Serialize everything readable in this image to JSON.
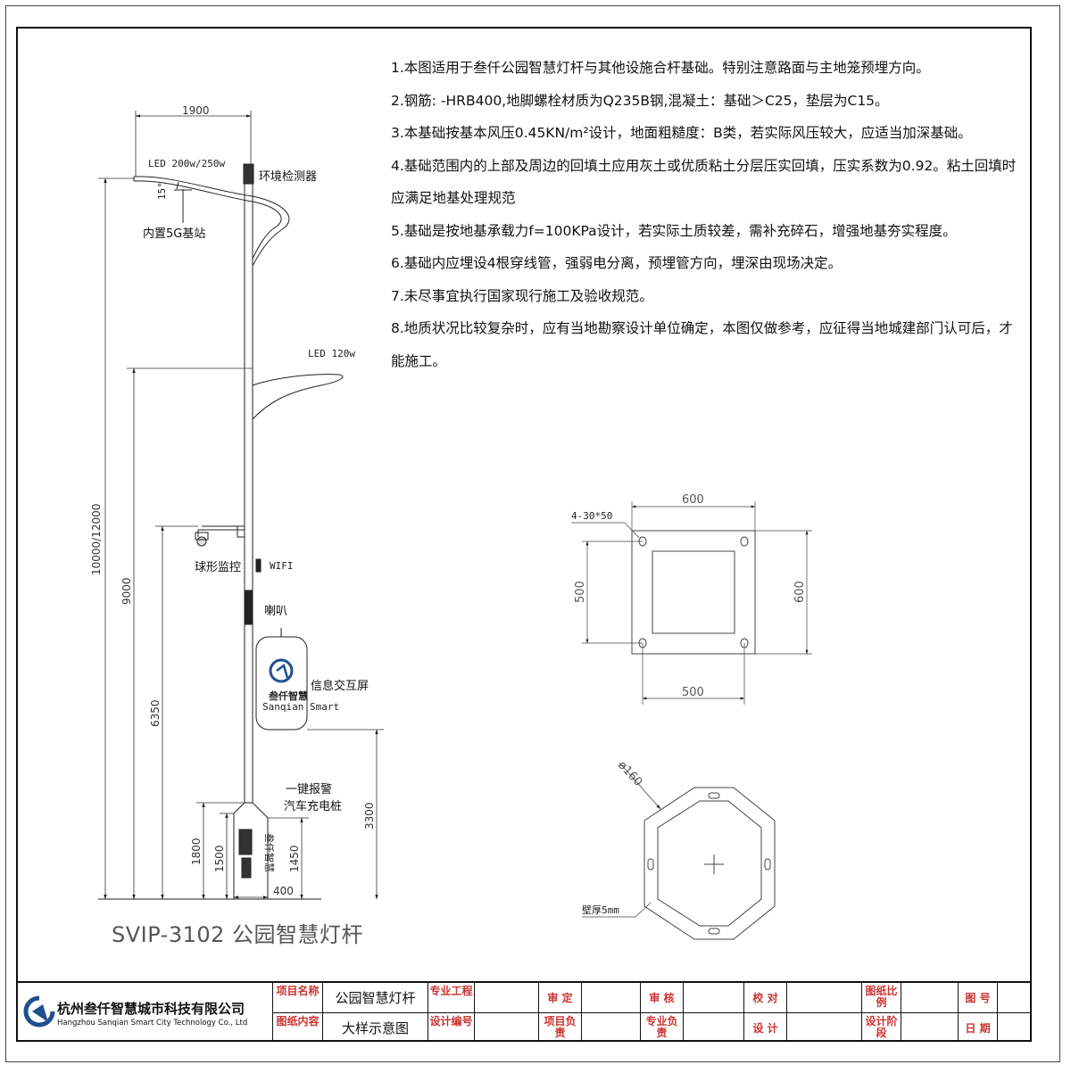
{
  "notes": [
    "1.本图适用于叁仟公园智慧灯杆与其他设施合杆基础。特别注意路面与主地笼预埋方向。",
    "2.钢筋:   -HRB400,地脚螺栓材质为Q235B钢,混凝土：基础＞C25，垫层为C15。",
    "3.本基础按基本风压0.45KN/m²设计，地面粗糙度：B类，若实际风压较大，应适当加深基础。",
    " 4.基础范围内的上部及周边的回填土应用灰土或优质粘土分层压实回填，压实系数为0.92。粘土回填时应满足地基处理规范",
    "5.基础是按地基承载力f=100KPa设计，若实际土质较差，需补充碎石，增强地基夯实程度。",
    "6.基础内应埋设4根穿线管，强弱电分离，预埋管方向，埋深由现场决定。",
    "7.未尽事宜执行国家现行施工及验收规范。",
    "8.地质状况比较复杂时，应有当地勘察设计单位确定，本图仅做参考，应征得当地城建部门认可后，才能施工。"
  ],
  "model_title": "SVIP-3102  公园智慧灯杆",
  "pole": {
    "arm_width": "1900",
    "led_top": "LED 200w/250w",
    "angle": "15°",
    "base_station": "内置5G基站",
    "env_detector": "环境检测器",
    "led_mid": "LED 120w",
    "dome_camera": "球形监控",
    "wifi": "WIFI",
    "speaker": "喇叭",
    "screen": "信息交互屏",
    "screen_logo_cn": "叁仟智慧",
    "screen_logo_en": "Sanqian Smart",
    "alarm": "一键报警",
    "charger": "汽车充电桩",
    "cabinet_text": "叁仟智慧",
    "dims": {
      "total": "10000/12000",
      "h9000": "9000",
      "h6350": "6350",
      "h3300": "3300",
      "h1800": "1800",
      "h1500": "1500",
      "h1450": "1450",
      "w400": "400"
    }
  },
  "base_plate": {
    "holes": "4-30*50",
    "top_width": "600",
    "bottom_width": "500",
    "left_height": "500",
    "right_height": "600"
  },
  "section": {
    "diameter": "ø160",
    "wall": "壁厚5mm"
  },
  "title_block": {
    "company_cn": "杭州叁仟智慧城市科技有限公司",
    "company_en": "Hangzhou Sanqian Smart City Technology Co., Ltd",
    "project_name_label": "项目名称",
    "project_name": "公园智慧灯杆",
    "drawing_content_label": "图纸内容",
    "drawing_content": "大样示意图",
    "specialty_label": "专业工程",
    "design_no_label": "设计编号",
    "review_label": "审 定",
    "project_lead_label": "项目负责",
    "check_label": "审 核",
    "specialty_lead_label": "专业负责",
    "proof_label": "校 对",
    "design_label": "设 计",
    "scale_label": "图纸比例",
    "design_stage_label": "设计阶段",
    "drawing_no_label": "图 号",
    "date_label": "日 期"
  },
  "colors": {
    "label_red": "#cc3333",
    "logo_blue": "#1f4f8f"
  }
}
